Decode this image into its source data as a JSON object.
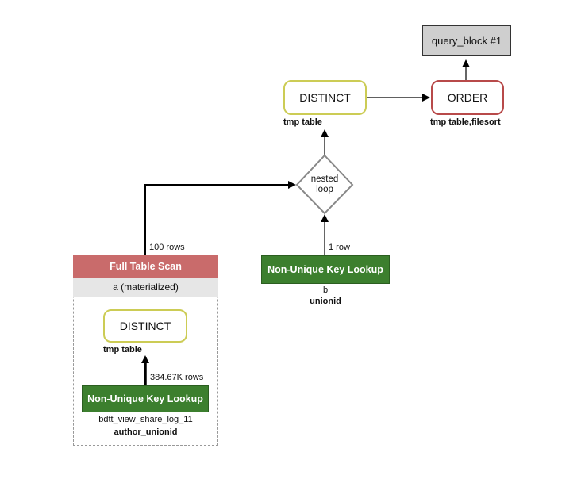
{
  "query_block": {
    "label": "query_block #1"
  },
  "order": {
    "label": "ORDER",
    "note": "tmp table,filesort"
  },
  "distinct_top": {
    "label": "DISTINCT",
    "note": "tmp table"
  },
  "nested_loop": {
    "line1": "nested",
    "line2": "loop"
  },
  "lookup_b": {
    "label": "Non-Unique Key Lookup",
    "table": "b",
    "key": "unionid",
    "rows": "1 row"
  },
  "full_table_scan": {
    "label": "Full Table Scan",
    "table": "a (materialized)",
    "rows": "100 rows"
  },
  "distinct_inner": {
    "label": "DISTINCT",
    "note": "tmp table"
  },
  "lookup_inner": {
    "label": "Non-Unique Key Lookup",
    "table": "bdtt_view_share_log_11",
    "key": "author_unionid",
    "rows": "384.67K rows"
  },
  "colors": {
    "yellow_border": "#cccc55",
    "red_border": "#b84a4a",
    "green_fill": "#3c7f2e",
    "scan_header": "#c96b6b",
    "query_block_fill": "#cfcfcf"
  }
}
